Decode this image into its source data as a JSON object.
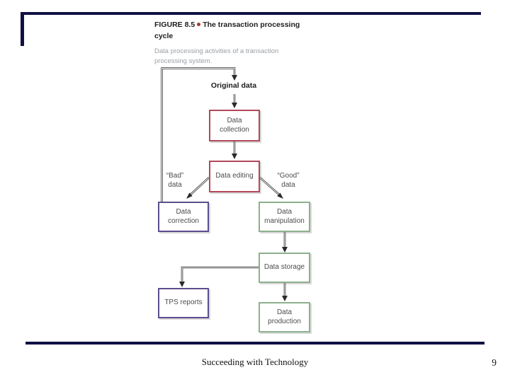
{
  "slide": {
    "accent_color": "#101044",
    "footer": {
      "text": "Succeeding with Technology",
      "page_number": "9"
    }
  },
  "figure": {
    "label": "FIGURE 8.5",
    "title": "The transaction processing cycle",
    "bullet_color": "#a5392c",
    "caption": "Data processing activities of a transaction processing system."
  },
  "flowchart": {
    "colors": {
      "collection_and_editing_border": "#b3485a",
      "correction_and_reports_border": "#5c4d8c",
      "storage_and_production_border": "#8cb08c",
      "connector": "#2a2a2a"
    },
    "nodes": {
      "original": "Original data",
      "collection": "Data collection",
      "editing": "Data editing",
      "correction": "Data correction",
      "manipulation": "Data manipulation",
      "storage": "Data storage",
      "tps": "TPS reports",
      "production": "Data production"
    },
    "edge_labels": {
      "bad": "“Bad” data",
      "good": "“Good” data"
    }
  }
}
